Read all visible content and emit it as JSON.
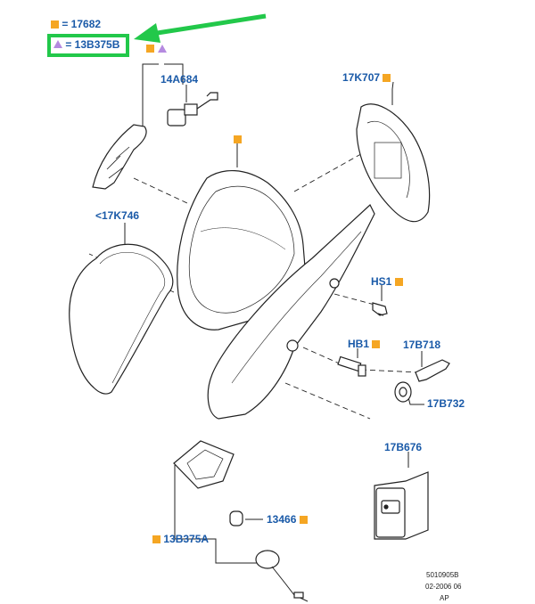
{
  "legend": {
    "square_text": "= 17682",
    "triangle_text": "= 13B375B"
  },
  "parts": {
    "p14A684": "14A684",
    "p17K707": "17K707",
    "p17K746": "<17K746",
    "pHS1": "HS1",
    "pHB1": "HB1",
    "p17B718": "17B718",
    "p17B732": "17B732",
    "p17B676": "17B676",
    "p13466": "13466",
    "p13B375A": "13B375A"
  },
  "footer": {
    "code": "5010905B",
    "date": "02-2006 06",
    "suffix": "AP"
  },
  "colors": {
    "label": "#1a5aa8",
    "square_marker": "#f5a623",
    "triangle_marker": "#b58ae0",
    "highlight": "#22c84a"
  },
  "icons": {
    "square_marker": "orange-square-icon",
    "triangle_marker": "purple-triangle-icon",
    "annotation_arrow": "green-arrow-icon"
  }
}
